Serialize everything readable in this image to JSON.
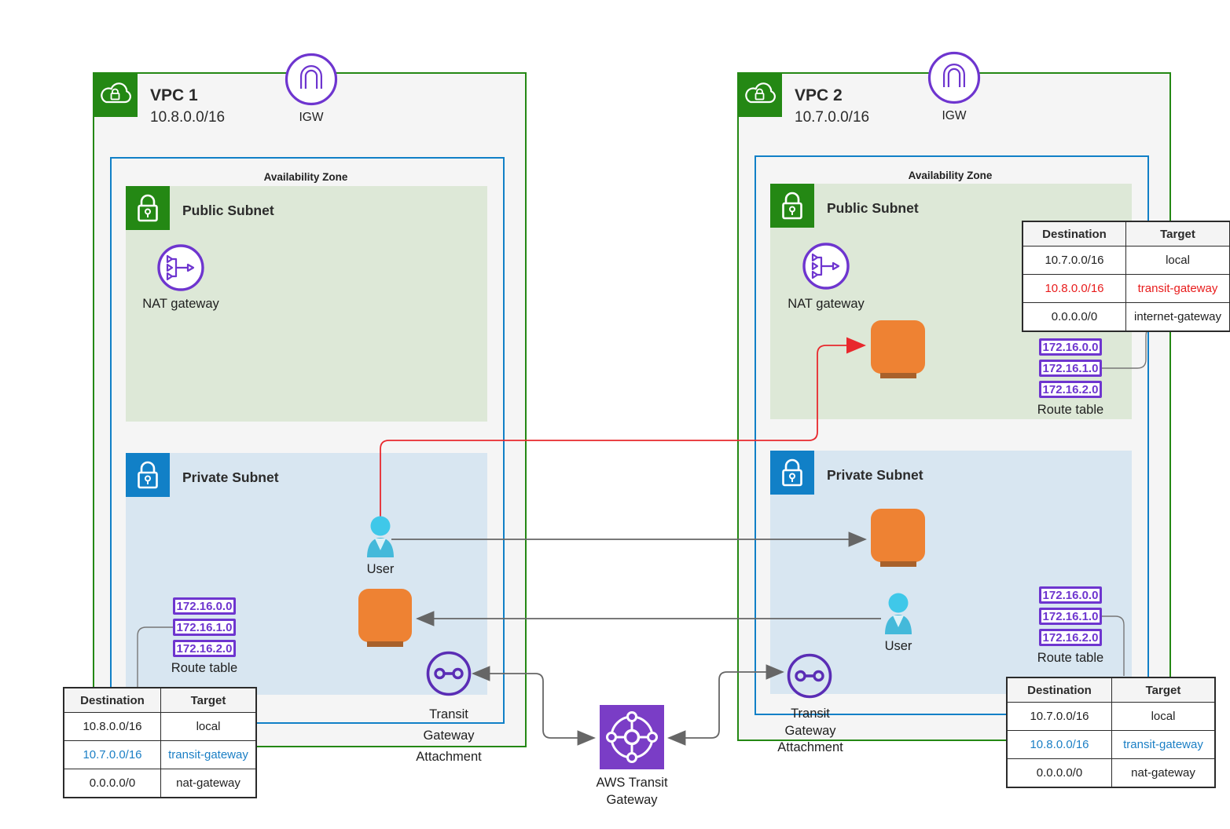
{
  "vpc1": {
    "title": "VPC 1",
    "cidr": "10.8.0.0/16",
    "igw_label": "IGW",
    "az_label": "Availability Zone",
    "public": {
      "title": "Public Subnet",
      "nat_label": "NAT gateway"
    },
    "private": {
      "title": "Private Subnet",
      "user_label": "User",
      "routes": [
        "172.16.0.0",
        "172.16.1.0",
        "172.16.2.0"
      ],
      "routes_label": "Route table",
      "tgw_attach_lines": [
        "Transit",
        "Gateway",
        "Attachment"
      ]
    },
    "table": {
      "headers": [
        "Destination",
        "Target"
      ],
      "rows": [
        [
          "10.8.0.0/16",
          "local"
        ],
        [
          "10.7.0.0/16",
          "transit-gateway"
        ],
        [
          "0.0.0.0/0",
          "nat-gateway"
        ]
      ]
    }
  },
  "vpc2": {
    "title": "VPC 2",
    "cidr": "10.7.0.0/16",
    "igw_label": "IGW",
    "az_label": "Availability Zone",
    "public": {
      "title": "Public Subnet",
      "nat_label": "NAT gateway",
      "routes": [
        "172.16.0.0",
        "172.16.1.0",
        "172.16.2.0"
      ],
      "routes_label": "Route table",
      "table": {
        "headers": [
          "Destination",
          "Target"
        ],
        "rows": [
          [
            "10.7.0.0/16",
            "local"
          ],
          [
            "10.8.0.0/16",
            "transit-gateway"
          ],
          [
            "0.0.0.0/0",
            "internet-gateway"
          ]
        ]
      }
    },
    "private": {
      "title": "Private Subnet",
      "user_label": "User",
      "routes": [
        "172.16.0.0",
        "172.16.1.0",
        "172.16.2.0"
      ],
      "routes_label": "Route table",
      "tgw_attach_lines": [
        "Transit",
        "Gateway",
        "Attachment"
      ],
      "table": {
        "headers": [
          "Destination",
          "Target"
        ],
        "rows": [
          [
            "10.7.0.0/16",
            "local"
          ],
          [
            "10.8.0.0/16",
            "transit-gateway"
          ],
          [
            "0.0.0.0/0",
            "nat-gateway"
          ]
        ]
      }
    }
  },
  "transit_gateway": {
    "label_lines": [
      "AWS Transit",
      "Gateway"
    ]
  },
  "colors": {
    "vpc_border_green": "#248814",
    "az_border_blue": "#1180c7",
    "public_subnet_fill": "#dde8d7",
    "private_subnet_fill": "#d8e6f1",
    "purple": "#6e35cf",
    "tgw_square": "#7a3dc6",
    "instance_orange": "#ee8233",
    "highlight_red": "#e8282d",
    "link_blue_text": "#1b7fc5",
    "arrow_gray": "#666666"
  }
}
